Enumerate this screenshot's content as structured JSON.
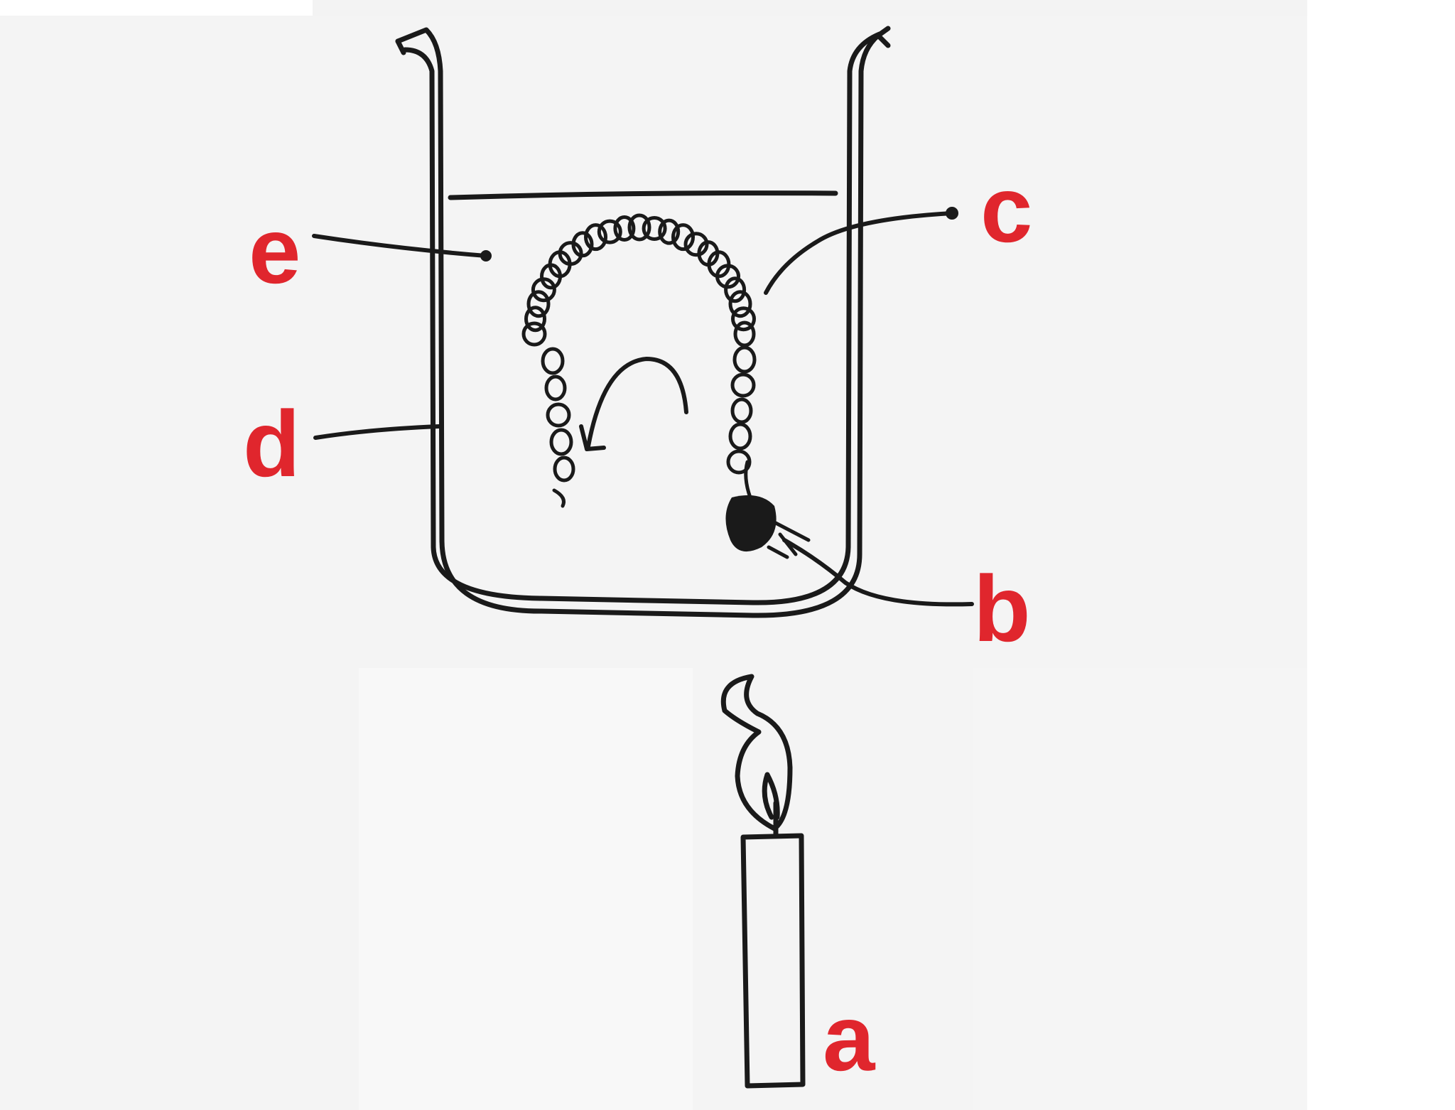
{
  "labels": {
    "a": "a",
    "b": "b",
    "c": "c",
    "d": "d",
    "e": "e"
  },
  "colors": {
    "label": "#e0262d",
    "ink": "#1a1a1a",
    "paper": "#f4f4f4",
    "background": "#ffffff"
  }
}
